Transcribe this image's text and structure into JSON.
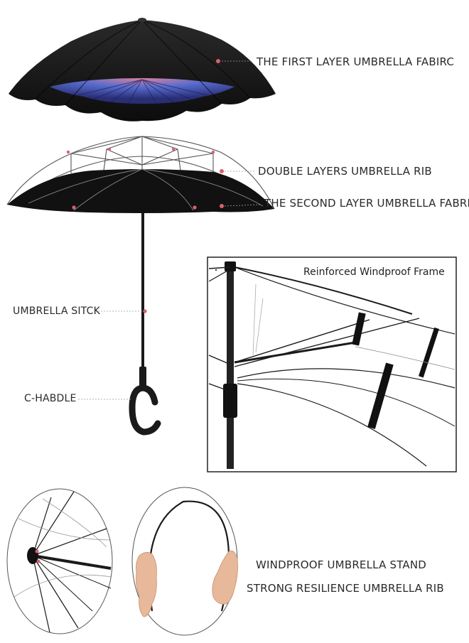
{
  "labels": {
    "first_layer": "THE FIRST LAYER UMBRELLA FABIRC",
    "double_rib": "DOUBLE LAYERS UMBRELLA RIB",
    "second_layer": "THE SECOND LAYER UMBRELLA FABRIC",
    "stick": "UMBRELLA SITCK",
    "handle": "C-HABDLE",
    "frame": "Reinforced Windproof Frame",
    "stand": "WINDPROOF UMBRELLA STAND",
    "resilience": "STRONG RESILIENCE UMBRELLA RIB"
  },
  "colors": {
    "fabric": "#151515",
    "petal_blue": "#4a5fc9",
    "petal_pink": "#c06a8a",
    "marker": "#d9606e",
    "rib": "#2b2b2b",
    "leader": "#9a9a9a"
  },
  "icons": [
    "umbrella-canopy-icon",
    "umbrella-rib-icon",
    "c-handle-icon",
    "hand-icon"
  ]
}
